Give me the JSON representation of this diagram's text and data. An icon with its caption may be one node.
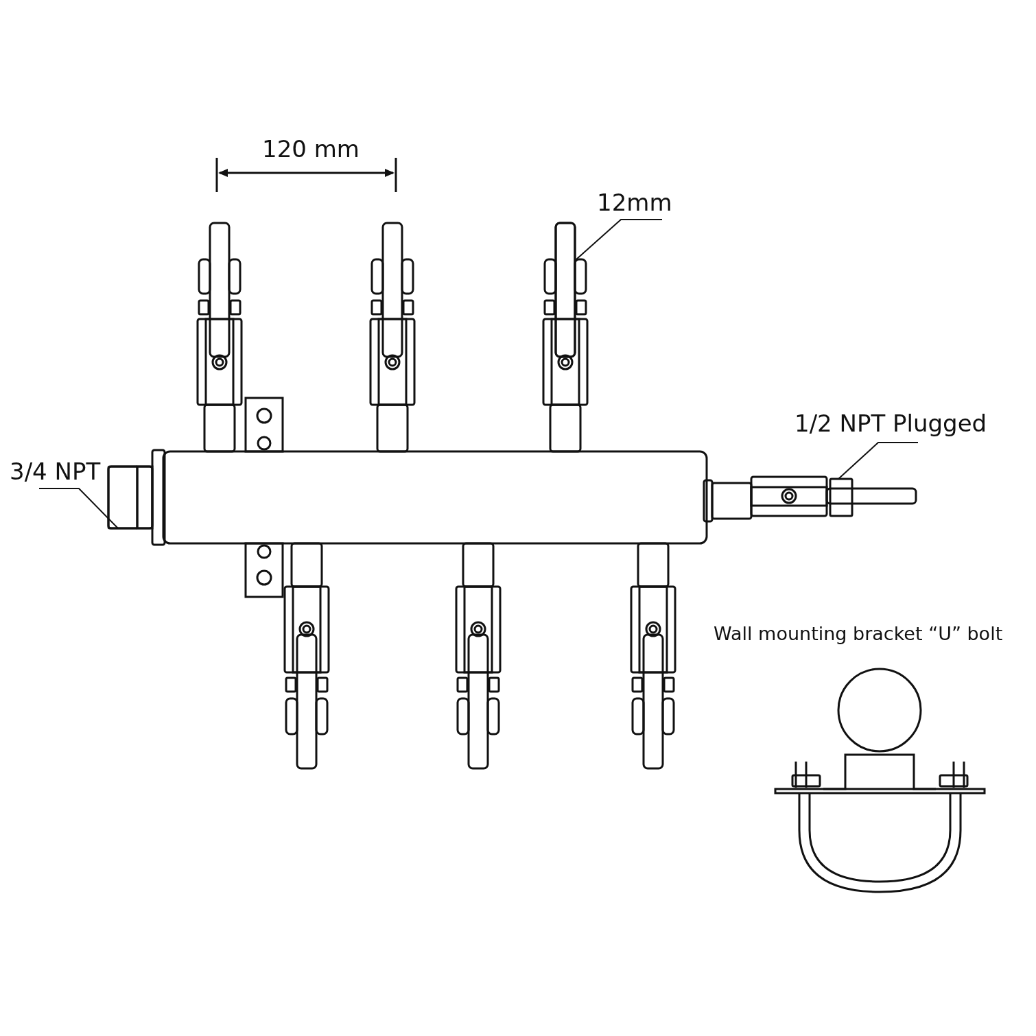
{
  "diagram": {
    "nodes": [
      {
        "text": [
          "12mm"
        ]
      },
      {
        "text": [],
        "shape": "box"
      },
      {
        "text": [
          "1/2 NPT Plugged"
        ]
      },
      {
        "text": [],
        "shape": "box"
      },
      {
        "text": [
          "3/4 NPT"
        ]
      },
      {
        "text": [],
        "shape": "box"
      }
    ],
    "edges": [
      {
        "from": 0,
        "to": 1,
        "arrow": "none"
      },
      {
        "from": 2,
        "to": 3,
        "arrow": "none"
      },
      {
        "from": 4,
        "to": 5,
        "arrow": "none"
      }
    ],
    "labels": [
      "120 mm",
      "Wall mounting bracket “U” bolt"
    ]
  }
}
